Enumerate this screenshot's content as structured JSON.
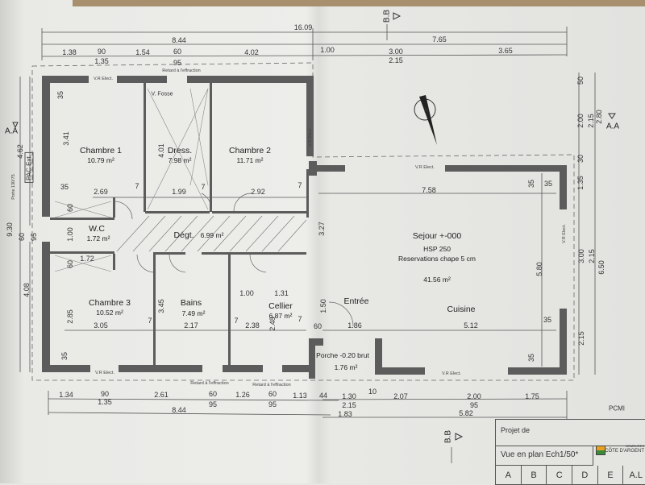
{
  "plan": {
    "north_label": "N",
    "section_bb": "B.B",
    "section_aa": "A.A",
    "retard": "Retard à l'effraction",
    "vr": "V.R Elect.",
    "v_fosse": "V. Fosse",
    "pac": "PAC Ext.",
    "porte": "Porte 130/75",
    "pcmi": "PCMI"
  },
  "rooms": [
    {
      "name": "Chambre 1",
      "area": "10.79 m²"
    },
    {
      "name": "Dress.",
      "area": "7.98 m²"
    },
    {
      "name": "Chambre 2",
      "area": "11.71 m²"
    },
    {
      "name": "W.C",
      "area": "1.72 m²"
    },
    {
      "name": "Dégt.",
      "area": "6.99 m²"
    },
    {
      "name": "Chambre 3",
      "area": "10.52 m²"
    },
    {
      "name": "Bains",
      "area": "7.49 m²"
    },
    {
      "name": "Cellier",
      "area": "6.87 m²"
    },
    {
      "name": "Sejour +-000",
      "area": "41.56 m²",
      "hsp": "HSP 250",
      "note": "Reservations chape 5 cm"
    },
    {
      "name": "Entrée"
    },
    {
      "name": "Cuisine"
    },
    {
      "name": "Porche -0.20 brut",
      "area": "1.76 m²"
    }
  ],
  "dims": {
    "top": [
      "16.09",
      "8.44",
      "7.65",
      "1.38",
      "90",
      "1.35",
      "1.54",
      "60",
      "95",
      "4.02",
      "1.00",
      "3.00",
      "2.15",
      "3.65"
    ],
    "bottom": [
      "1.34",
      "90",
      "1.35",
      "2.61",
      "60",
      "95",
      "1.26",
      "60",
      "95",
      "1.13",
      "44",
      "8.44",
      "10",
      "1.30",
      "2.15",
      "1.83",
      "2.07",
      "2.00",
      "95",
      "5.82",
      "1.75"
    ],
    "left": [
      "9.30",
      "4.62",
      "4.08",
      "60",
      "95"
    ],
    "right": [
      "50",
      "2.00",
      "2.15",
      "2.80",
      "30",
      "1.35",
      "3.00",
      "2.15",
      "6.50",
      "2.15"
    ],
    "inner": [
      "2.69",
      "1.99",
      "2.92",
      "3.41",
      "4.01",
      "35",
      "35",
      "7",
      "7",
      "7",
      "1.72",
      "60",
      "1.00",
      "60",
      "3.05",
      "2.17",
      "2.38",
      "2.85",
      "3.45",
      "2.48",
      "1.00",
      "1.31",
      "7.58",
      "5.80",
      "1.86",
      "5.12",
      "60",
      "1.50",
      "3.27",
      "35",
      "35",
      "35",
      "35",
      "35",
      "7",
      "7",
      "7"
    ]
  },
  "title_block": {
    "projet": "Projet de",
    "vue": "Vue en plan Ech1/50*",
    "brand_top": "DEMEURES",
    "brand": "CÔTE D'ARGENT",
    "cells": [
      "A",
      "B",
      "C",
      "D",
      "E",
      "A.L"
    ]
  },
  "colors": {
    "wall": "#5c5c5c",
    "paper": "#e9e9e6",
    "line": "#555555"
  }
}
